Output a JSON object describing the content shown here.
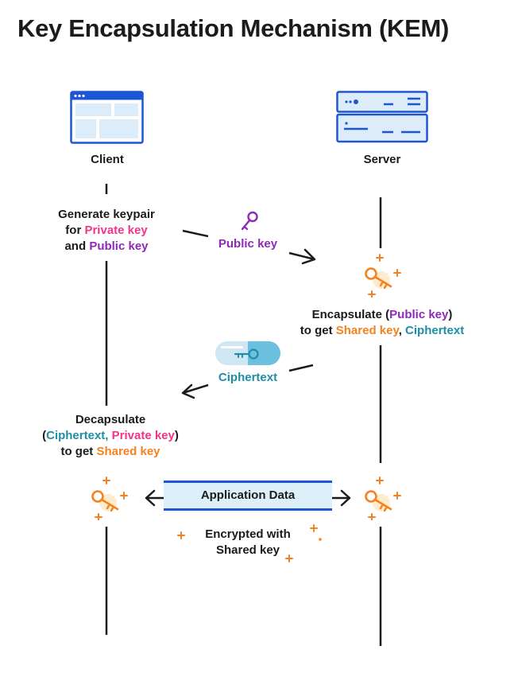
{
  "title": "Key Encapsulation Mechanism (KEM)",
  "client": {
    "label": "Client"
  },
  "server": {
    "label": "Server"
  },
  "generate": {
    "line1": "Generate keypair",
    "line2_prefix": "for ",
    "private_key": "Private key",
    "line3_prefix": "and ",
    "public_key": "Public key"
  },
  "public_key_msg": {
    "label": "Public key"
  },
  "encapsulate": {
    "line1_prefix": "Encapsulate (",
    "public_key": "Public key",
    "line1_suffix": ")",
    "line2_prefix": "to get ",
    "shared_key": "Shared key",
    "comma": ", ",
    "ciphertext": "Ciphertext"
  },
  "ciphertext_msg": {
    "label": "Ciphertext"
  },
  "decapsulate": {
    "line1": "Decapsulate",
    "open_paren": "(",
    "ciphertext": "Ciphertext",
    "comma": ", ",
    "private_key": "Private key",
    "close_paren": ")",
    "line3_prefix": "to get ",
    "shared_key": "Shared key"
  },
  "app_data": {
    "label": "Application Data"
  },
  "encrypted": {
    "line1": "Encrypted with",
    "line2": "Shared key"
  },
  "colors": {
    "pink": "#f0358a",
    "purple": "#8d2ab8",
    "orange": "#f5821f",
    "teal": "#1f8ea6",
    "blue": "#1c55d6"
  }
}
